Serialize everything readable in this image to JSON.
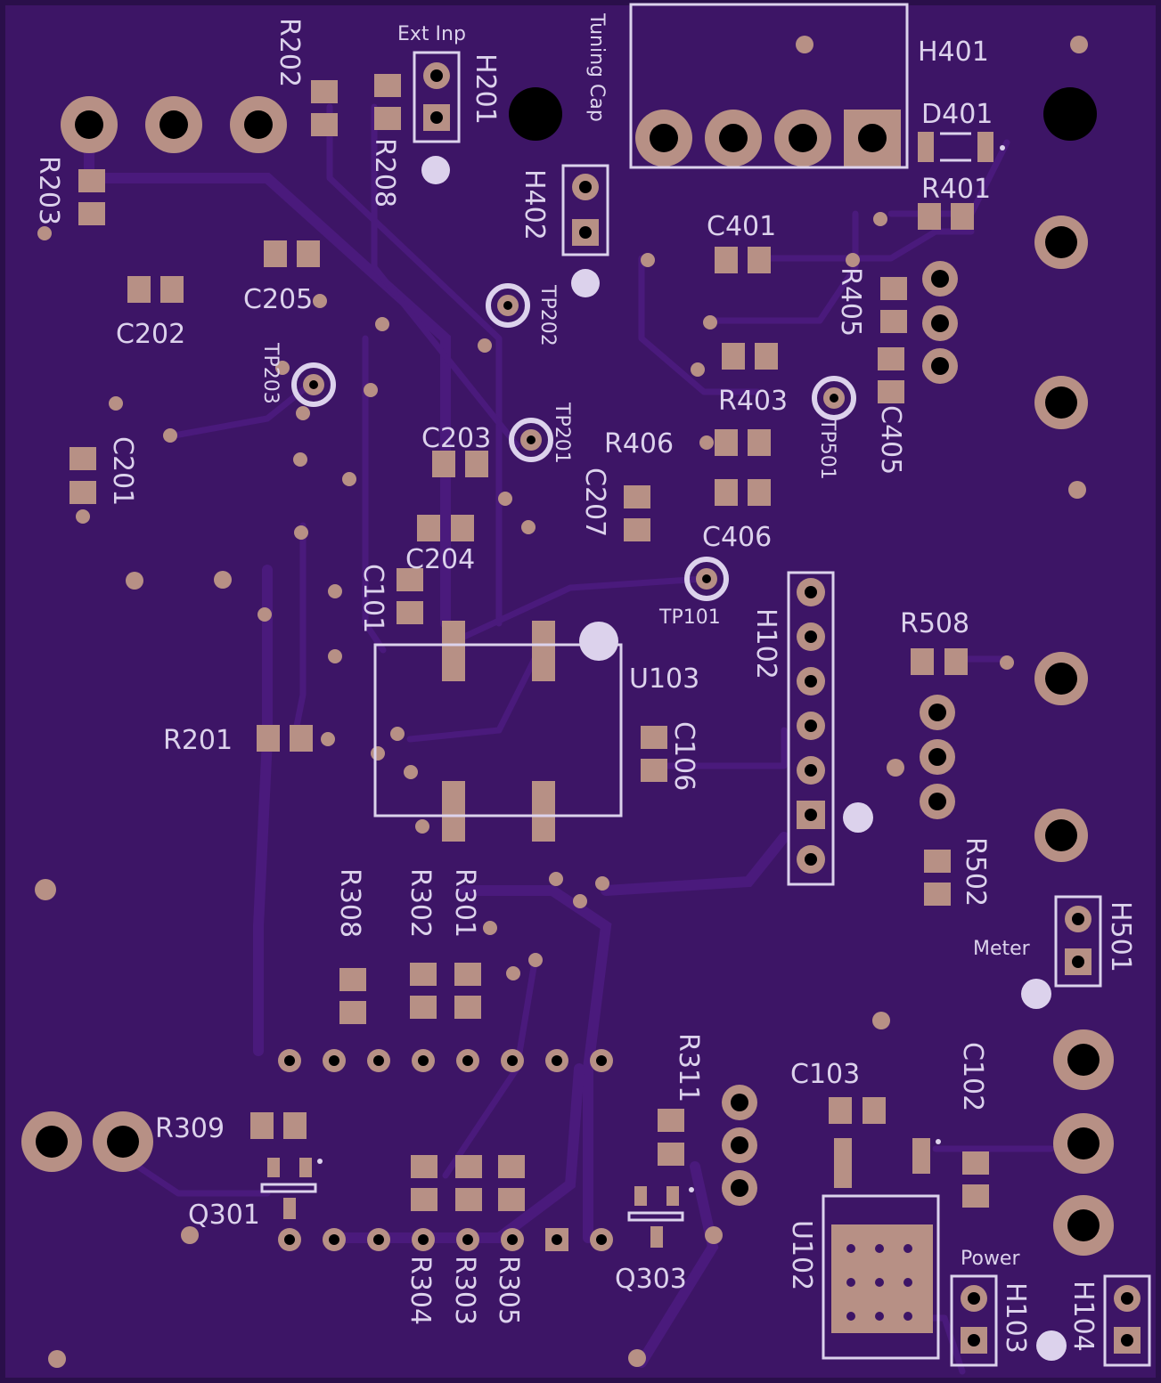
{
  "board": {
    "background": "#2a0f4a",
    "copper_fill": "#3d1566",
    "silkscreen": "#dcd2ec",
    "pad_color": "#b79085"
  },
  "labels": {
    "R202": "R202",
    "Ext_Inp": "Ext Inp",
    "H201": "H201",
    "Tuning_Cap": "Tuning Cap",
    "H401": "H401",
    "D401": "D401",
    "R401": "R401",
    "R203": "R203",
    "R208": "R208",
    "H402": "H402",
    "C401": "C401",
    "R405": "R405",
    "C205": "C205",
    "C202": "C202",
    "TP202": "TP202",
    "TP203": "TP203",
    "R403": "R403",
    "TP501": "TP501",
    "C405": "C405",
    "C203": "C203",
    "TP201": "TP201",
    "R406": "R406",
    "C201": "C201",
    "C207": "C207",
    "C406": "C406",
    "C204": "C204",
    "C101": "C101",
    "TP101": "TP101",
    "H102": "H102",
    "R508": "R508",
    "U103": "U103",
    "R201": "R201",
    "C106": "C106",
    "R502": "R502",
    "R308": "R308",
    "R302": "R302",
    "R301": "R301",
    "H501": "H501",
    "Meter": "Meter",
    "R311": "R311",
    "C103": "C103",
    "C102": "C102",
    "R309": "R309",
    "Q301": "Q301",
    "U102": "U102",
    "Power": "Power",
    "R304": "R304",
    "R303": "R303",
    "R305": "R305",
    "Q303": "Q303",
    "H103": "H103",
    "H104": "H104"
  }
}
